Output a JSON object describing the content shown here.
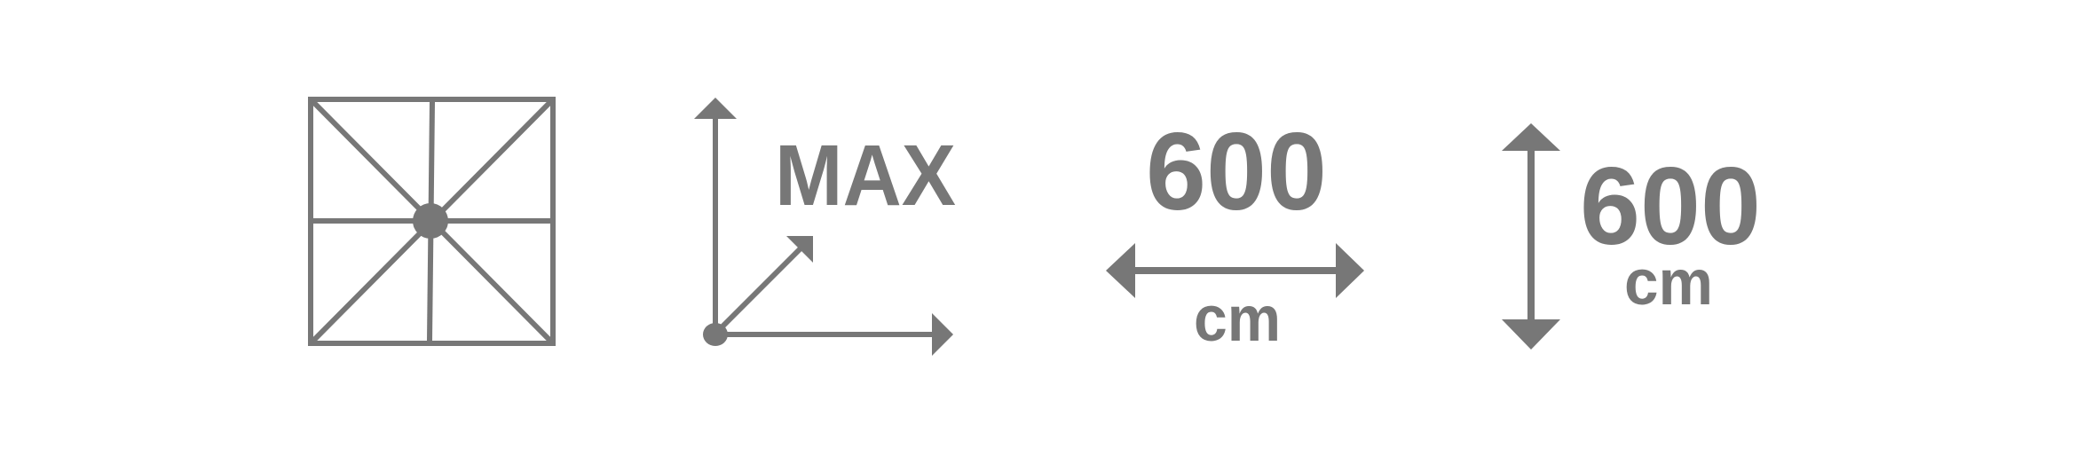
{
  "colors": {
    "icon": "#777777",
    "background": "#ffffff"
  },
  "icons": [
    {
      "name": "canopy-ribs-icon"
    },
    {
      "name": "max-tilt-axes-icon",
      "label": "MAX"
    },
    {
      "name": "width-dimension-icon",
      "value": "600",
      "unit": "cm"
    },
    {
      "name": "height-dimension-icon",
      "value": "600",
      "unit": "cm"
    }
  ]
}
